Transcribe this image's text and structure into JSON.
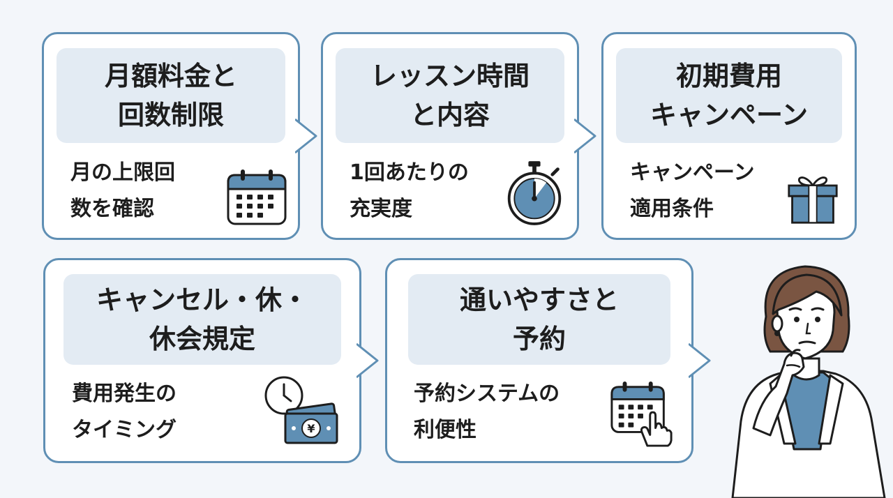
{
  "colors": {
    "accent": "#5f8fb4",
    "header_bg": "#e3ebf3",
    "icon_blue": "#5f8fb4",
    "text": "#1d1d1d",
    "background": "#f3f6fa"
  },
  "cards": [
    {
      "title_lines": [
        "月額料金と",
        "回数制限"
      ],
      "body_lines": [
        "月の上限回",
        "数を確認"
      ],
      "icon": "calendar-icon"
    },
    {
      "title_lines": [
        "レッスン時間",
        "と内容"
      ],
      "body_lines": [
        "1回あたりの",
        "充実度"
      ],
      "icon": "stopwatch-icon"
    },
    {
      "title_lines": [
        "初期費用",
        "キャンペーン"
      ],
      "body_lines": [
        "キャンペーン",
        "適用条件"
      ],
      "icon": "gift-icon"
    },
    {
      "title_lines": [
        "キャンセル・休・",
        "休会規定"
      ],
      "body_lines": [
        "費用発生の",
        "タイミング"
      ],
      "icon": "clock-money-icon"
    },
    {
      "title_lines": [
        "通いやすさと",
        "予約"
      ],
      "body_lines": [
        "予約システムの",
        "利便性"
      ],
      "icon": "calendar-tap-icon"
    }
  ],
  "illustration": "thinking-woman"
}
